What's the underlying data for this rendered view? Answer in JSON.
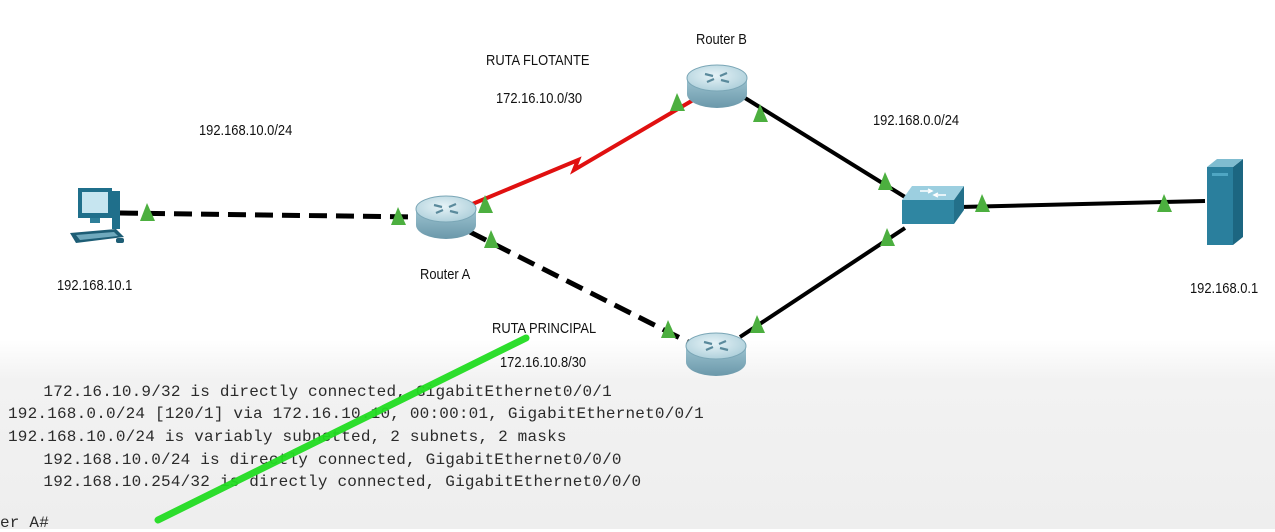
{
  "diagram": {
    "labels": {
      "router_b": "Router B",
      "router_a": "Router A",
      "floating_route": "RUTA FLOTANTE",
      "floating_net": "172.16.10.0/30",
      "lan_left": "192.168.10.0/24",
      "lan_right": "192.168.0.0/24",
      "pc_ip": "192.168.10.1",
      "server_ip": "192.168.0.1",
      "main_route": "RUTA PRINCIPAL",
      "main_net": "172.16.10.8/30"
    },
    "colors": {
      "floating_link": "#e01010",
      "ethernet_link": "#000000",
      "port_indicator": "#4caf3f",
      "annotation_stroke": "#22dd22",
      "router_body": "#8fb9c8",
      "switch_body": "#3d8fa8"
    },
    "devices": [
      {
        "name": "pc",
        "icon": "pc-icon"
      },
      {
        "name": "router-a",
        "icon": "router-icon"
      },
      {
        "name": "router-b",
        "icon": "router-icon"
      },
      {
        "name": "router-c",
        "icon": "router-icon"
      },
      {
        "name": "switch",
        "icon": "switch-icon"
      },
      {
        "name": "server",
        "icon": "server-icon"
      }
    ]
  },
  "terminal": {
    "lines": [
      "   172.16.10.9/32 is directly connected, GigabitEthernet0/0/1",
      "192.168.0.0/24 [120/1] via 172.16.10.10, 00:00:01, GigabitEthernet0/0/1",
      "192.168.10.0/24 is variably subnetted, 2 subnets, 2 masks",
      "   192.168.10.0/24 is directly connected, GigabitEthernet0/0/0",
      "   192.168.10.254/32 is directly connected, GigabitEthernet0/0/0",
      "er A#"
    ]
  }
}
